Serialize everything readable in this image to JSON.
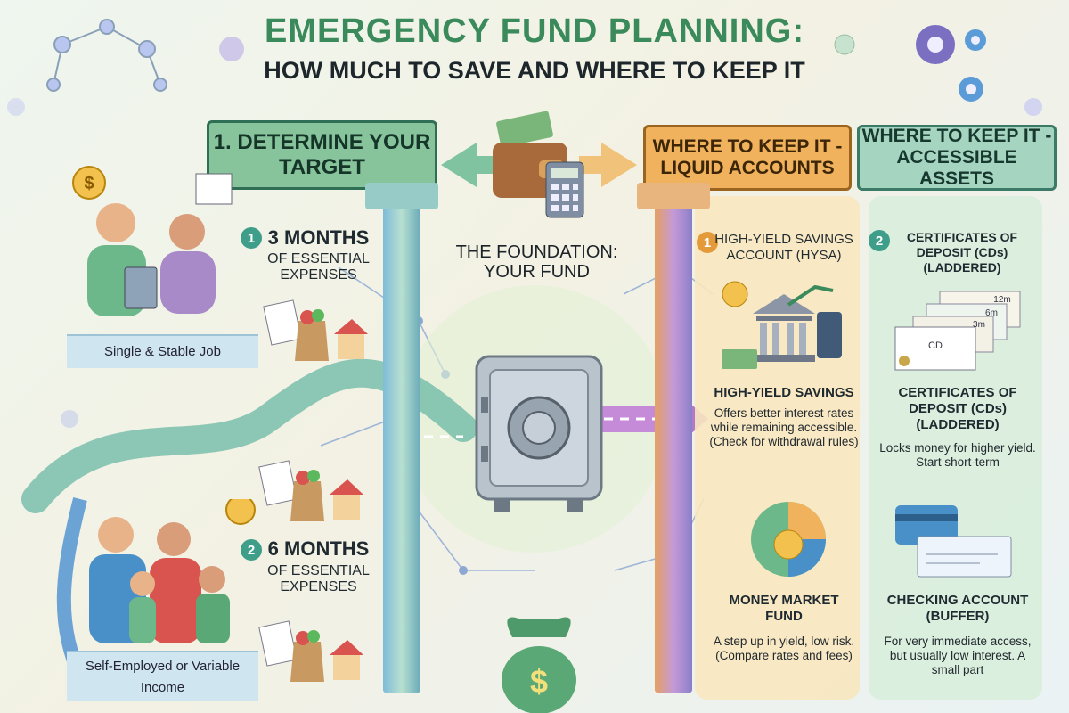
{
  "header": {
    "title": "EMERGENCY FUND PLANNING:",
    "subtitle": "HOW MUCH TO SAVE AND WHERE TO KEEP IT"
  },
  "tabs": {
    "target": "1. DETERMINE YOUR TARGET",
    "liquid": "WHERE TO KEEP IT - LIQUID ACCOUNTS",
    "assets": "WHERE TO KEEP IT - ACCESSIBLE ASSETS"
  },
  "center": {
    "foundation": "THE FOUNDATION: YOUR FUND",
    "cd_label": "CD"
  },
  "target": {
    "option1": {
      "number": "1",
      "months": "3 MONTHS",
      "desc": "OF ESSENTIAL EXPENSES",
      "profile": "Single & Stable Job"
    },
    "option2": {
      "number": "2",
      "months": "6 MONTHS",
      "desc": "OF ESSENTIAL EXPENSES",
      "profile": "Self-Employed or Variable Income"
    }
  },
  "liquid": {
    "item1": {
      "number": "1",
      "heading": "HIGH-YIELD SAVINGS ACCOUNT (HYSA)",
      "title": "HIGH-YIELD SAVINGS",
      "desc": "Offers better interest rates while remaining accessible. (Check for withdrawal rules)"
    },
    "item2": {
      "title": "MONEY MARKET FUND",
      "desc": "A step up in yield, low risk. (Compare rates and fees)"
    }
  },
  "assets": {
    "item1": {
      "number": "2",
      "heading": "CERTIFICATES OF DEPOSIT (CDs) (LADDERED)",
      "ladder": [
        "12m",
        "6m",
        "3m"
      ],
      "title": "CERTIFICATES OF DEPOSIT (CDs) (LADDERED)",
      "desc": "Locks money for higher yield. Start short-term"
    },
    "item2": {
      "title": "CHECKING ACCOUNT (BUFFER)",
      "desc": "For very immediate access, but usually low interest. A small part"
    }
  },
  "colors": {
    "green": "#3b8a5b",
    "orange": "#f1b25e",
    "teal": "#3f9e8a",
    "purple": "#b58ad0"
  }
}
